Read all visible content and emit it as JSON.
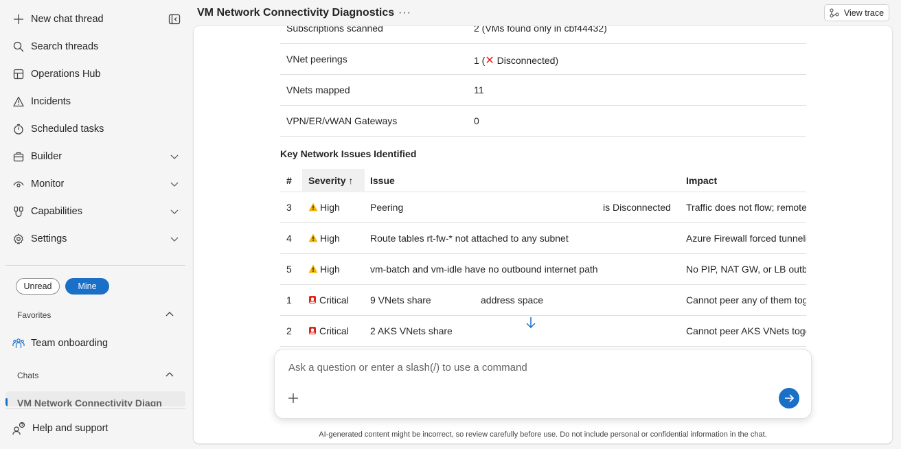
{
  "sidebar": {
    "items": [
      {
        "label": "New chat thread",
        "icon": "plus-icon"
      },
      {
        "label": "Search threads",
        "icon": "search-icon"
      },
      {
        "label": "Operations Hub",
        "icon": "grid-icon"
      },
      {
        "label": "Incidents",
        "icon": "warning-icon"
      },
      {
        "label": "Scheduled tasks",
        "icon": "timer-icon"
      },
      {
        "label": "Builder",
        "icon": "toolbox-icon"
      },
      {
        "label": "Monitor",
        "icon": "eye-icon"
      },
      {
        "label": "Capabilities",
        "icon": "capabilities-icon"
      },
      {
        "label": "Settings",
        "icon": "gear-icon"
      }
    ],
    "filters": {
      "unread": "Unread",
      "mine": "Mine"
    },
    "favorites_label": "Favorites",
    "favorite_item": "Team onboarding",
    "chats_label": "Chats",
    "active_chat": "VM Network Connectivity Diagn",
    "help": "Help and support"
  },
  "header": {
    "title": "VM Network Connectivity Diagnostics",
    "more": "···",
    "view_trace": "View trace"
  },
  "summary": [
    {
      "key": "Subscriptions scanned",
      "value": "2 (VMs found only in cbf44432)"
    },
    {
      "key": "VNet peerings",
      "value_prefix": "1 (",
      "value_suffix": " Disconnected)"
    },
    {
      "key": "VNets mapped",
      "value": "11"
    },
    {
      "key": "VPN/ER/vWAN Gateways",
      "value": "0"
    }
  ],
  "issues": {
    "title": "Key Network Issues Identified",
    "headers": {
      "num": "#",
      "severity": "Severity ↑",
      "issue": "Issue",
      "impact": "Impact"
    },
    "rows": [
      {
        "num": "3",
        "severity": "High",
        "level": "high",
        "issue": "Peering",
        "issue_tail": "is Disconnected",
        "impact": "Traffic does not flow; remote"
      },
      {
        "num": "4",
        "severity": "High",
        "level": "high",
        "issue": "Route tables rt-fw-* not attached to any subnet",
        "issue_tail": "",
        "impact": "Azure Firewall forced tunneli"
      },
      {
        "num": "5",
        "severity": "High",
        "level": "high",
        "issue": "vm-batch and vm-idle have no outbound internet path",
        "issue_tail": "",
        "impact": "No PIP, NAT GW, or LB outbo"
      },
      {
        "num": "1",
        "severity": "Critical",
        "level": "critical",
        "issue": "9 VNets share",
        "issue_tail": "address space",
        "impact": "Cannot peer any of them tog"
      },
      {
        "num": "2",
        "severity": "Critical",
        "level": "critical",
        "issue": "2 AKS VNets share",
        "issue_tail": "",
        "impact": "Cannot peer AKS VNets toge"
      }
    ]
  },
  "composer": {
    "placeholder": "Ask a question or enter a slash(/) to use a command"
  },
  "disclaimer": "AI-generated content might be incorrect, so review carefully before use. Do not include personal or confidential information in the chat.",
  "colors": {
    "accent": "#1a6fc7",
    "error": "#e0231b",
    "warning": "#f2b300"
  }
}
